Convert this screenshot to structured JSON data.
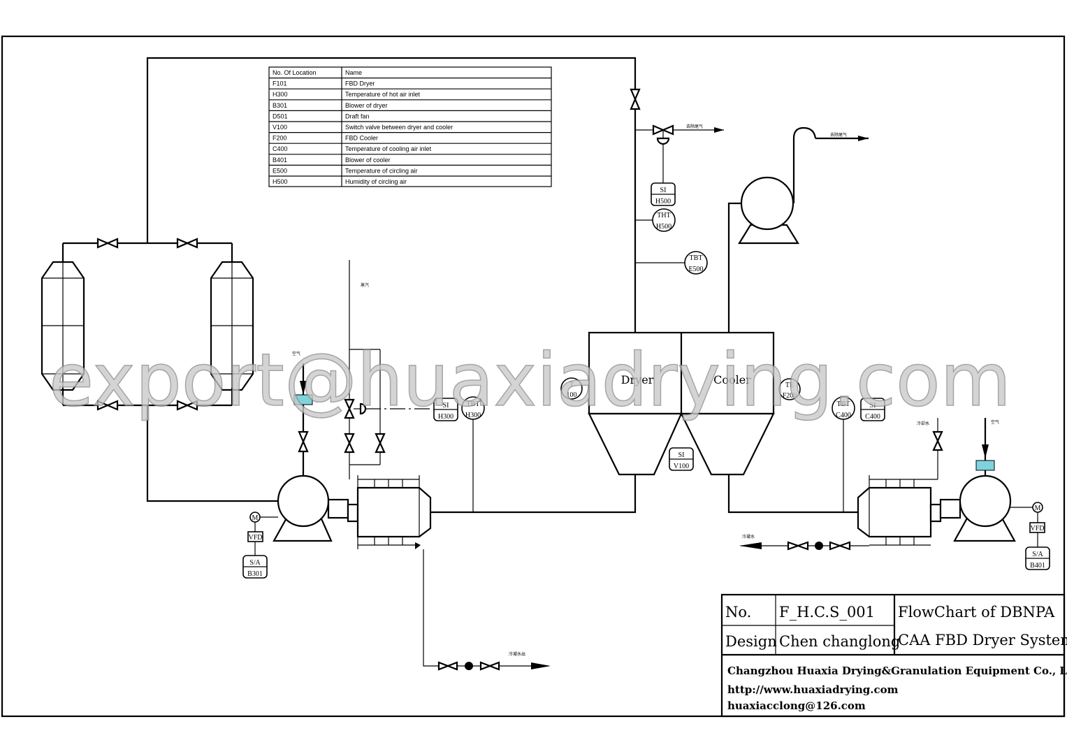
{
  "legend": {
    "headers": [
      "No. Of Location",
      "Name"
    ],
    "rows": [
      [
        "F101",
        "FBD Dryer"
      ],
      [
        "H300",
        "Temperature of hot air inlet"
      ],
      [
        "B301",
        "Blower of dryer"
      ],
      [
        "D501",
        "Draft fan"
      ],
      [
        "V100",
        "Switch valve between dryer and cooler"
      ],
      [
        "F200",
        "FBD Cooler"
      ],
      [
        "C400",
        "Temperature of cooling air inlet"
      ],
      [
        "B401",
        "Blower of cooler"
      ],
      [
        "E500",
        "Temperature of circling air"
      ],
      [
        "H500",
        "Humidity of circling air"
      ]
    ]
  },
  "vessels": {
    "dryer_label": "Dryer",
    "cooler_label": "Cooler"
  },
  "instruments": {
    "si_h500": [
      "SI",
      "H500"
    ],
    "tht_h500": [
      "THT",
      "H500"
    ],
    "tbt_e500": [
      "TBT",
      "E500"
    ],
    "si_h300": [
      "SI",
      "H300"
    ],
    "tbt_h300": [
      "TBT",
      "H300"
    ],
    "dryer_ti": [
      "T",
      "100"
    ],
    "cooler_tt": [
      "TE",
      "F200"
    ],
    "si_v100": [
      "SI",
      "V100"
    ],
    "tbt_c400": [
      "TBT",
      "C400"
    ],
    "si_c400": [
      "SI",
      "C400"
    ],
    "motor_left": "M",
    "vfd_left": "VFD",
    "sa_left": [
      "S/A",
      "B301"
    ],
    "motor_right": "M",
    "vfd_right": "VFD",
    "sa_right": [
      "S/A",
      "B401"
    ]
  },
  "small_labels": {
    "exhaust_top": "去除尾气",
    "exhaust_fan": "去除尾气",
    "steam": "蒸汽",
    "air_left": "空气",
    "air_right": "空气",
    "water_right": "冷却水",
    "condensate_left": "冷凝水出",
    "condensate_right": "冷凝水"
  },
  "watermark": "export@huaxiadrying.com",
  "title_block": {
    "no_label": "No.",
    "no_value": "F_H.C.S_001",
    "design_label": "Design",
    "design_value": "Chen changlong",
    "title_line1": "FlowChart of DBNPA",
    "title_line2": "CAA FBD Dryer System",
    "company": "Changzhou Huaxia Drying&Granulation Equipment Co., Ltd.",
    "website": "http://www.huaxiadrying.com",
    "email": "huaxiacclong@126.com"
  }
}
